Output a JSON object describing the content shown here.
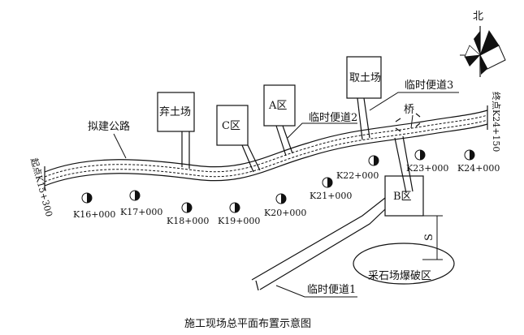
{
  "diagram": {
    "caption": "施工现场总平面布置示意图",
    "north": "北",
    "road_label": "拟建公路",
    "start_label": "起点K15+300",
    "end_label": "终点K24+150",
    "bridge_label": "桥",
    "boxes": {
      "qitu": "弃土场",
      "c_zone": "C区",
      "a_zone": "A区",
      "qutu": "取土场",
      "b_zone": "B区"
    },
    "temp_roads": {
      "r1": "临时便道1",
      "r2": "临时便道2",
      "r3": "临时便道3"
    },
    "blast_zone": "采石场爆破区",
    "distance_label": "S",
    "stations": [
      "K16+000",
      "K17+000",
      "K18+000",
      "K19+000",
      "K20+000",
      "K21+000",
      "K22+000",
      "K23+000",
      "K24+000"
    ]
  }
}
